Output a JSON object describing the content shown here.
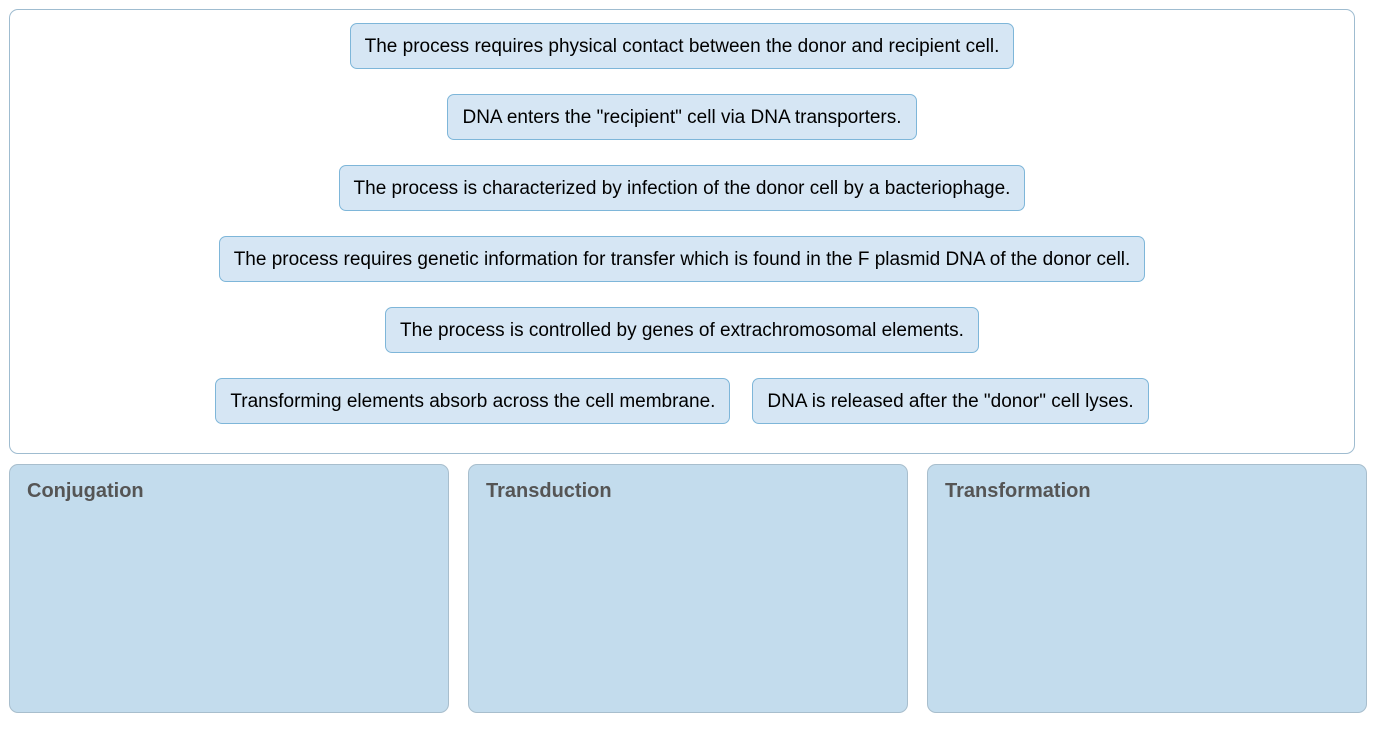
{
  "pool": {
    "rows": [
      {
        "chips": [
          {
            "label": "The process requires physical contact between the donor and recipient cell."
          }
        ]
      },
      {
        "chips": [
          {
            "label": "DNA enters the \"recipient\" cell via DNA transporters."
          }
        ]
      },
      {
        "chips": [
          {
            "label": "The process is characterized by infection of the donor cell by a bacteriophage."
          }
        ]
      },
      {
        "chips": [
          {
            "label": "The process requires genetic information for transfer which is found in the F plasmid DNA of the donor cell."
          }
        ]
      },
      {
        "chips": [
          {
            "label": "The process is controlled by genes of extrachromosomal elements."
          }
        ]
      },
      {
        "chips": [
          {
            "label": "Transforming elements absorb across the cell membrane."
          },
          {
            "label": "DNA is released after the \"donor\" cell lyses."
          }
        ]
      }
    ]
  },
  "dropzones": [
    {
      "title": "Conjugation",
      "items": []
    },
    {
      "title": "Transduction",
      "items": []
    },
    {
      "title": "Transformation",
      "items": []
    }
  ],
  "colors": {
    "chip_fill": "#d6e6f4",
    "chip_border": "#7eb6d9",
    "pool_border": "#9fbcd0",
    "dropzone_fill": "#c3dced",
    "dropzone_border": "#a8becd",
    "dropzone_title": "#555555",
    "chip_text": "#000000",
    "page_background": "#ffffff"
  }
}
